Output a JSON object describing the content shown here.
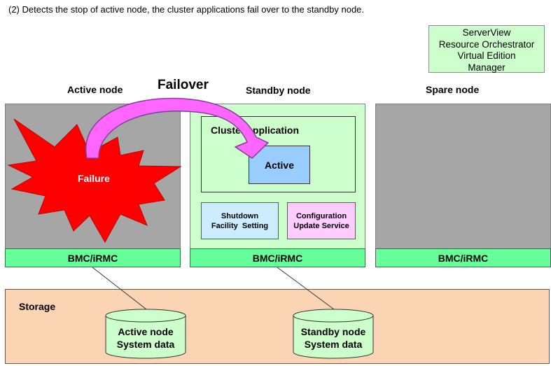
{
  "caption": "(2) Detects the stop of active node, the cluster applications fail over to the standby node.",
  "manager_box": {
    "lines": [
      "ServerView",
      "Resource Orchestrator",
      "Virtual Edition",
      "Manager"
    ]
  },
  "failover_label": "Failover",
  "nodes": {
    "active": {
      "label": "Active node",
      "bmc": "BMC/iRMC",
      "failure": "Failure"
    },
    "standby": {
      "label": "Standby node",
      "bmc": "BMC/iRMC",
      "cluster_title": "Cluster application",
      "active_box": "Active",
      "shutdown": [
        "Shutdown",
        "Facility  Setting"
      ],
      "config": [
        "Configuration",
        "Update Service"
      ]
    },
    "spare": {
      "label": "Spare node",
      "bmc": "BMC/iRMC"
    }
  },
  "storage": {
    "label": "Storage",
    "cylinders": [
      {
        "lines": [
          "Active node",
          "System data"
        ]
      },
      {
        "lines": [
          "Standby node",
          "System data"
        ]
      }
    ]
  },
  "colors": {
    "grey_node": "#a6a6a6",
    "green_node": "#ccffcc",
    "bmc": "#66ff99",
    "active_app": "#99ccff",
    "shutdown_box": "#ccecff",
    "config_box": "#ffccff",
    "storage": "#fbd4b4",
    "failure_star": "#ff0000",
    "arrow": "#ff66ff"
  }
}
